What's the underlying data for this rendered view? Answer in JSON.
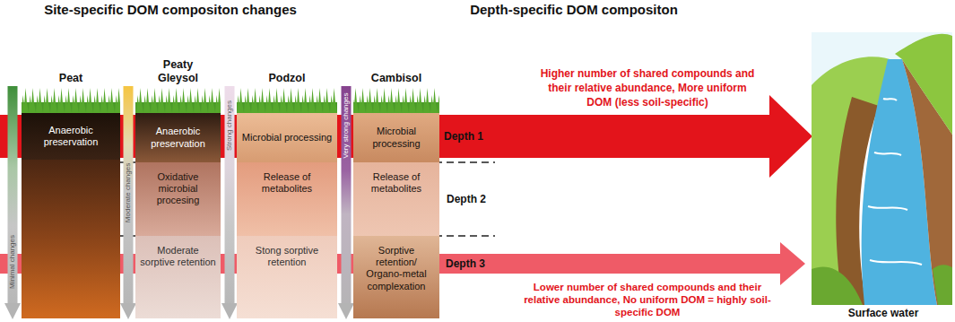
{
  "diagram": {
    "nodes": [
      {
        "text": [
          "Peat"
        ]
      },
      {
        "text": [
          "Anaerobic preservation"
        ],
        "in": 0
      },
      {
        "text": [
          "Peaty Gleysol"
        ]
      },
      {
        "text": [
          "Anaerobic preservation"
        ],
        "in": 2
      },
      {
        "text": [
          "Oxidative microbial procesing"
        ],
        "in": 2
      },
      {
        "text": [
          "Moderate sorptive retention"
        ],
        "in": 2
      },
      {
        "text": [
          "Podzol"
        ]
      },
      {
        "text": [
          "Microbial processing"
        ],
        "in": 6
      },
      {
        "text": [
          "Release of metabolites"
        ],
        "in": 6
      },
      {
        "text": [
          "Stong sorptive retention"
        ],
        "in": 6
      },
      {
        "text": [
          "Cambisol"
        ]
      },
      {
        "text": [
          "Microbial processing"
        ],
        "in": 10
      },
      {
        "text": [
          "Release of metabolites"
        ],
        "in": 10
      },
      {
        "text": [
          "Sorptive retention/ Organo-metal complexation"
        ],
        "in": 10
      }
    ],
    "labels": [
      "Site-specific DOM compositon changes",
      "Depth-specific DOM compositon",
      "Minimal changes",
      "Moderate changes",
      "Strong changes",
      "Very strong changes",
      "Depth 1",
      "Depth 2",
      "Depth 3",
      "Higher number of shared compounds and their relative abundance, More uniform DOM (less soil-specific)",
      "Lower number of shared compounds and their relative abundance, No uniform DOM = highly soil-specific DOM",
      "Surface water"
    ]
  }
}
